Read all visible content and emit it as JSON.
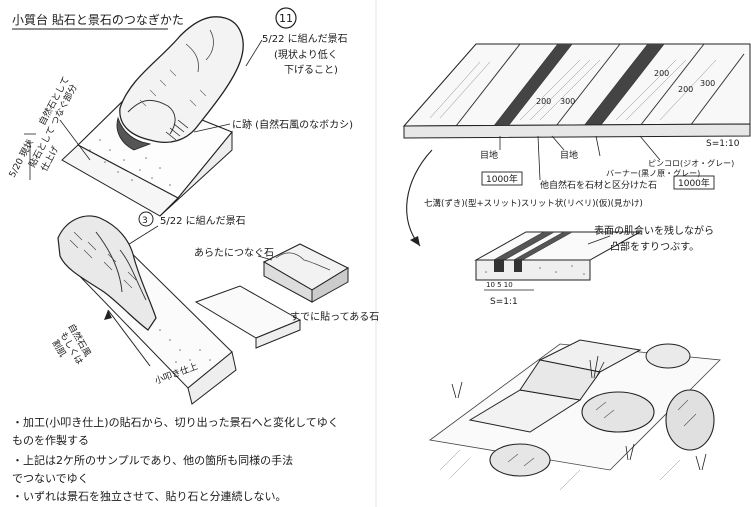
{
  "left_page": {
    "title": "小質台 貼石と景石のつなぎかた",
    "sheet_number": "11",
    "top_sketch": {
      "callout_date_a": "5/22 に組んだ景石",
      "callout_date_b": "(現状より低く",
      "callout_date_c": "下げること)",
      "callout_joint": "に跡 (自然石風のなボカシ)",
      "left_label_a": "自然石として",
      "left_label_b": "つなぐ部分",
      "left_label_c": "貼石として",
      "left_label_d": "仕上げ",
      "left_label_e": "5/20 現状"
    },
    "bottom_sketch": {
      "number": "3",
      "callout_date": "5/22 に組んだ景石",
      "callout_new_stone": "あらたにつなぐ石",
      "callout_existing": "すでに貼ってある石",
      "left_label_a": "自然石風",
      "left_label_b": "もしくは",
      "left_label_c": "割肌",
      "finish_label": "小叩き仕上"
    },
    "notes": [
      "・加工(小叩き仕上)の貼石から、切り出った景石へと変化してゆく",
      "  ものを作製する",
      "・上記は2ケ所のサンプルであり、他の箇所も同様の手法",
      "  でつないでゆく",
      "・いずれは景石を独立させて、貼り石と分連続しない。"
    ]
  },
  "right_page": {
    "section": {
      "scale": "S=1:10",
      "dim_a": "200",
      "dim_b": "300",
      "dim_c": "200",
      "dim_d": "200",
      "dim_e": "300",
      "label_joint_left": "目地",
      "label_joint_right": "目地",
      "label_spec_left": "1000年",
      "label_spec_right": "1000年",
      "label_burner": "バーナー(黒ノ原・グレー)",
      "label_pavement": "ピンコロ(ジオ・グレー)",
      "label_natural": "他自然石を石材と区分けた石",
      "label_slit": "七溝(ずき)(型+スリット)スリット状(リベリ)(仮)(見かけ)"
    },
    "detail": {
      "scale": "S=1:1",
      "dims": "10  5  10",
      "note_a": "表面の肌合いを残しながら",
      "note_b": "凸部をすりつぶす。"
    }
  }
}
